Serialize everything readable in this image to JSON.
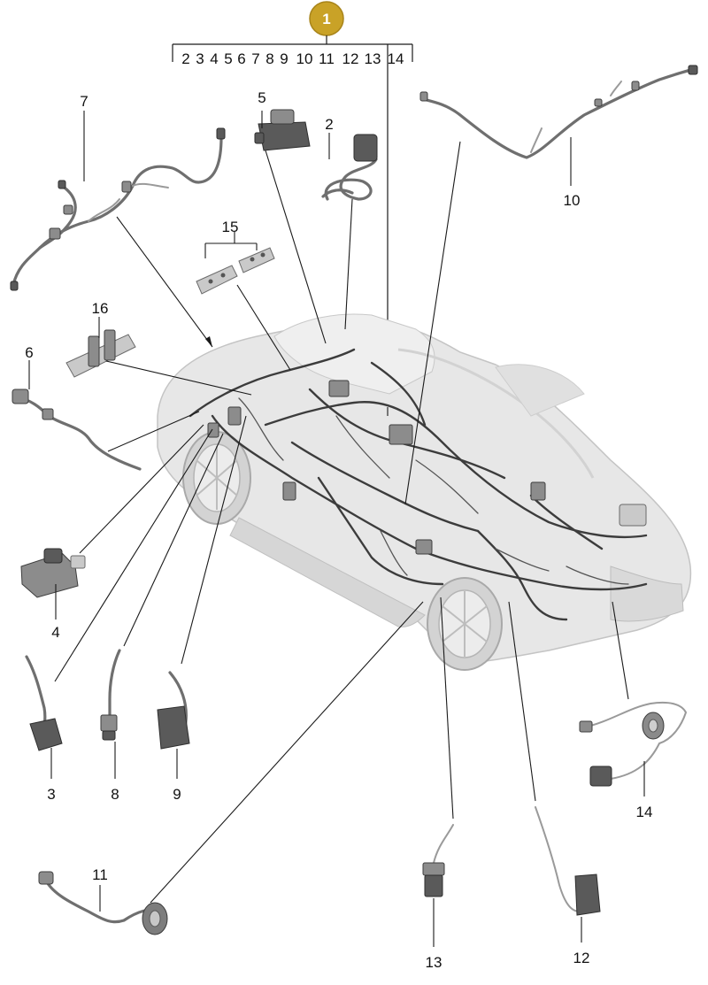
{
  "diagram": {
    "main_callout": "1",
    "sub_parts_list": [
      "2",
      "3",
      "4",
      "5",
      "6",
      "7",
      "8",
      "9",
      "10",
      "11",
      "12",
      "13",
      "14"
    ],
    "callouts": {
      "c2": "2",
      "c3": "3",
      "c4": "4",
      "c5": "5",
      "c6": "6",
      "c7": "7",
      "c8": "8",
      "c9": "9",
      "c10": "10",
      "c11": "11",
      "c12": "12",
      "c13": "13",
      "c14": "14",
      "c15": "15",
      "c16": "16"
    },
    "colors": {
      "badge_fill": "#c9a227",
      "badge_stroke": "#a8841a",
      "car_body": "#e4e4e4",
      "line": "#1a1a1a"
    }
  }
}
